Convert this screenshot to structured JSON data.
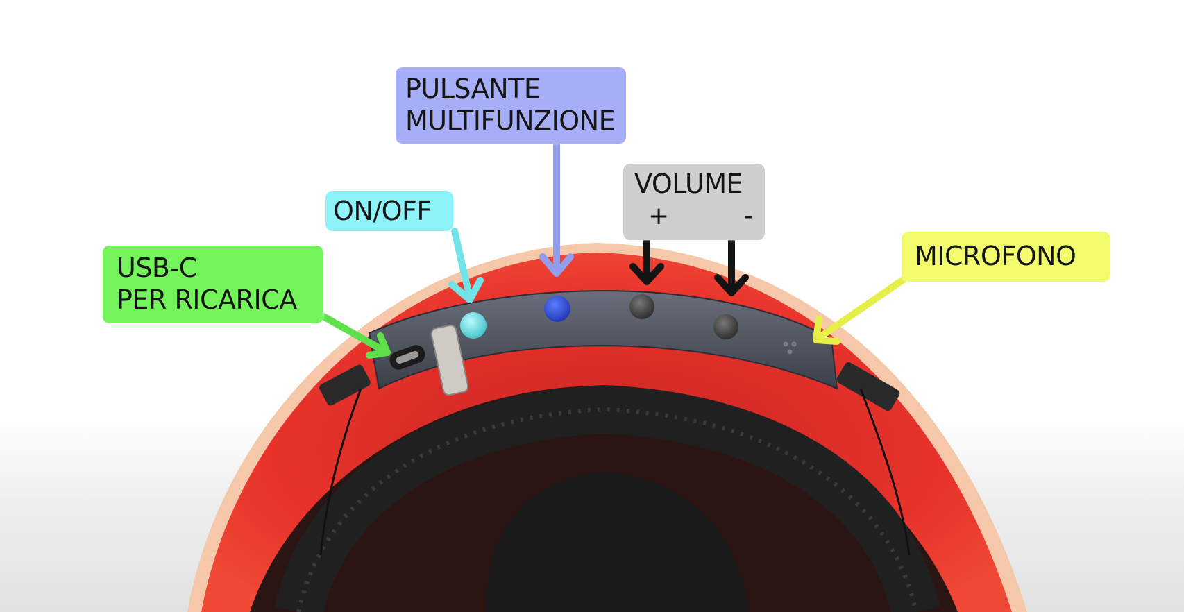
{
  "callouts": {
    "usb_c": {
      "line1": "USB-C",
      "line2": "PER RICARICA",
      "color": "#72f45a",
      "arrow": "#5ee04a"
    },
    "on_off": {
      "label": "ON/OFF",
      "color": "#8ef3f8",
      "arrow": "#71e3e9"
    },
    "multifunction": {
      "line1": "PULSANTE",
      "line2": "MULTIFUNZIONE",
      "color": "#a6aef7",
      "arrow": "#949cec"
    },
    "volume": {
      "label": "VOLUME",
      "plus": "+",
      "minus": "-",
      "color": "#cfcfcf",
      "arrow": "#141414"
    },
    "microphone": {
      "label": "MICROFONO",
      "color": "#f1fb6c",
      "arrow": "#e5ef48"
    }
  },
  "colors": {
    "helmet_shell": "#e8332c",
    "helmet_rim": "#f4c8a8",
    "control_panel": "#4a4e5a",
    "onoff_button": "#6fe3e3",
    "multifunction_button": "#2d4fd8",
    "volume_button": "#3a3a3a",
    "headband": "#1f1f1f"
  }
}
